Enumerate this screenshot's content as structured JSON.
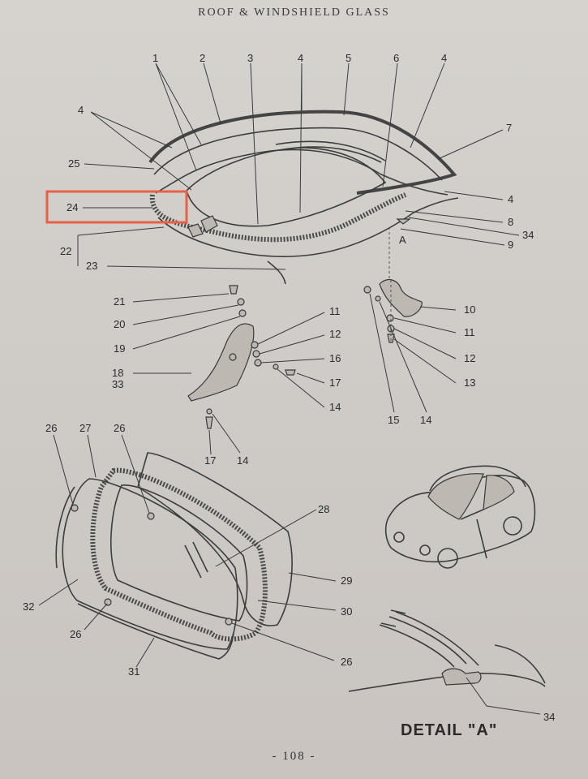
{
  "header": {
    "title": "ROOF & WINDSHIELD GLASS"
  },
  "footer": {
    "page_number": "- 108 -"
  },
  "detail": {
    "caption": "DETAIL \"A\""
  },
  "view_marker": "A",
  "highlight": {
    "color": "#e8604a",
    "target_label": "24"
  },
  "callouts": {
    "c1": "1",
    "c2": "2",
    "c3": "3",
    "c4_top_a": "4",
    "c4_top_b": "4",
    "c5": "5",
    "c6": "6",
    "c4_left": "4",
    "c7": "7",
    "c25": "25",
    "c4_right": "4",
    "c24": "24",
    "c8": "8",
    "c34_top": "34",
    "c9": "9",
    "c22": "22",
    "c23": "23",
    "c21": "21",
    "c20": "20",
    "c19": "19",
    "c18": "18",
    "c33": "33",
    "c11_left": "11",
    "c12_left": "12",
    "c16": "16",
    "c17_left": "17",
    "c14_left": "14",
    "c17_bottom": "17",
    "c14_bottom": "14",
    "c10": "10",
    "c11_right": "11",
    "c12_right": "12",
    "c13": "13",
    "c15": "15",
    "c14_right": "14",
    "c26_a": "26",
    "c27": "27",
    "c26_b": "26",
    "c28": "28",
    "c29": "29",
    "c30": "30",
    "c32": "32",
    "c26_c": "26",
    "c31": "31",
    "c26_d": "26",
    "c34_detail": "34"
  }
}
